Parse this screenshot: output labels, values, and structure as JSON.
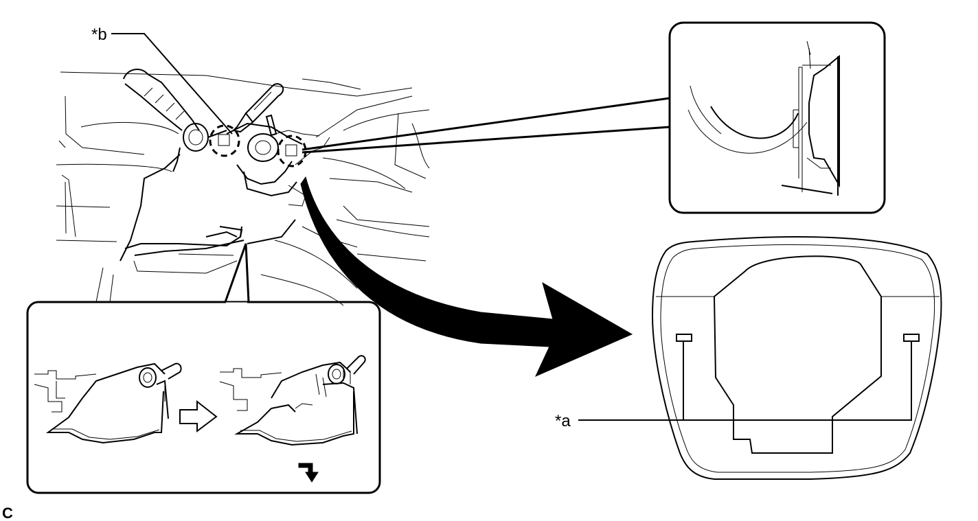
{
  "labels": {
    "part_a": "*a",
    "part_b": "*b",
    "corner_code": "C"
  }
}
